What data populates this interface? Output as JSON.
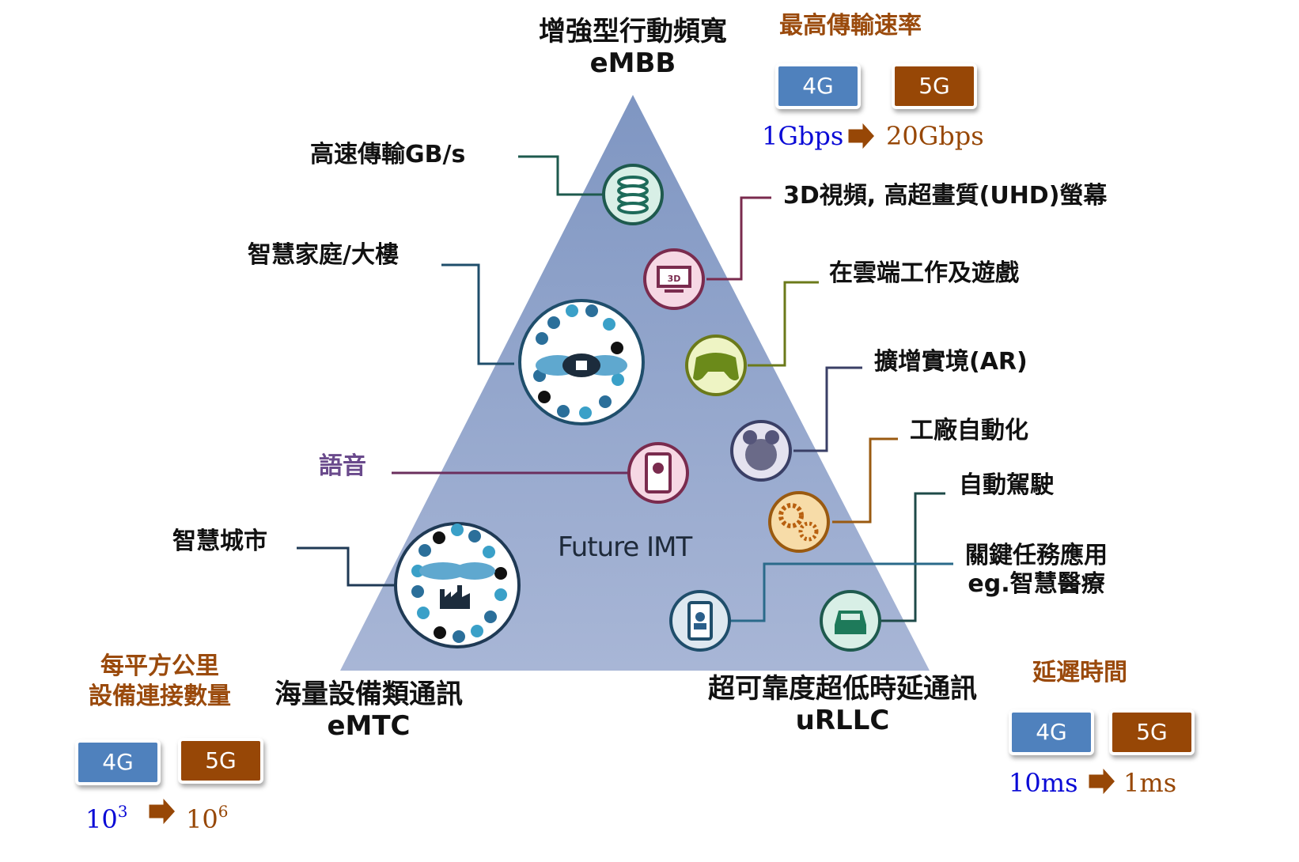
{
  "pyramid": {
    "center_label": "Future IMT",
    "fill_color": "#8fa3c9",
    "top": {
      "title_zh": "增強型行動頻寬",
      "title_en": "eMBB"
    },
    "bottom_left": {
      "title_zh": "海量設備類通訊",
      "title_en": "eMTC"
    },
    "bottom_right": {
      "title_zh": "超可靠度超低時延通訊",
      "title_en": "uRLLC"
    }
  },
  "applications": [
    {
      "label": "高速傳輸GB/s",
      "icon": "database-icon",
      "color": "#1e6b5a"
    },
    {
      "label": "智慧家庭/大樓",
      "icon": "smart-home-cloud-icon",
      "color": "#1f4e6b"
    },
    {
      "label": "3D視頻, 高超畫質(UHD)螢幕",
      "icon": "3d-monitor-icon",
      "color": "#8a2b4e"
    },
    {
      "label": "在雲端工作及遊戲",
      "icon": "gamepad-icon",
      "color": "#6b7a1a"
    },
    {
      "label": "擴增實境(AR)",
      "icon": "ar-globe-icon",
      "color": "#3a3f66"
    },
    {
      "label": "語音",
      "icon": "smartphone-call-icon",
      "color": "#6b2f5e",
      "text_color": "#6a4a8c"
    },
    {
      "label": "工廠自動化",
      "icon": "gears-icon",
      "color": "#9a5a10"
    },
    {
      "label": "自動駕駛",
      "icon": "car-icon",
      "color": "#1e4a48"
    },
    {
      "label": "智慧城市",
      "icon": "smart-city-factory-icon",
      "color": "#1f3a55"
    },
    {
      "label": "關鍵任務應用",
      "label2": "eg.智慧醫療",
      "icon": "medical-phone-icon",
      "color": "#2a6a8a"
    }
  ],
  "metrics": {
    "peak_rate": {
      "title": "最高傳輸速率",
      "g4_label": "4G",
      "g5_label": "5G",
      "g4_value": "1Gbps",
      "g5_value": "20Gbps"
    },
    "connection_density": {
      "title_line1": "每平方公里",
      "title_line2": "設備連接數量",
      "g4_label": "4G",
      "g5_label": "5G",
      "g4_base": "10",
      "g4_exp": "3",
      "g5_base": "10",
      "g5_exp": "6"
    },
    "latency": {
      "title": "延遲時間",
      "g4_label": "4G",
      "g5_label": "5G",
      "g4_value": "10ms",
      "g5_value": "1ms"
    }
  },
  "colors": {
    "g4": "#4f81bd",
    "g5": "#974706",
    "g4_text": "#0a0ad6",
    "g5_text": "#974706",
    "metric_title": "#9a4a0c"
  }
}
